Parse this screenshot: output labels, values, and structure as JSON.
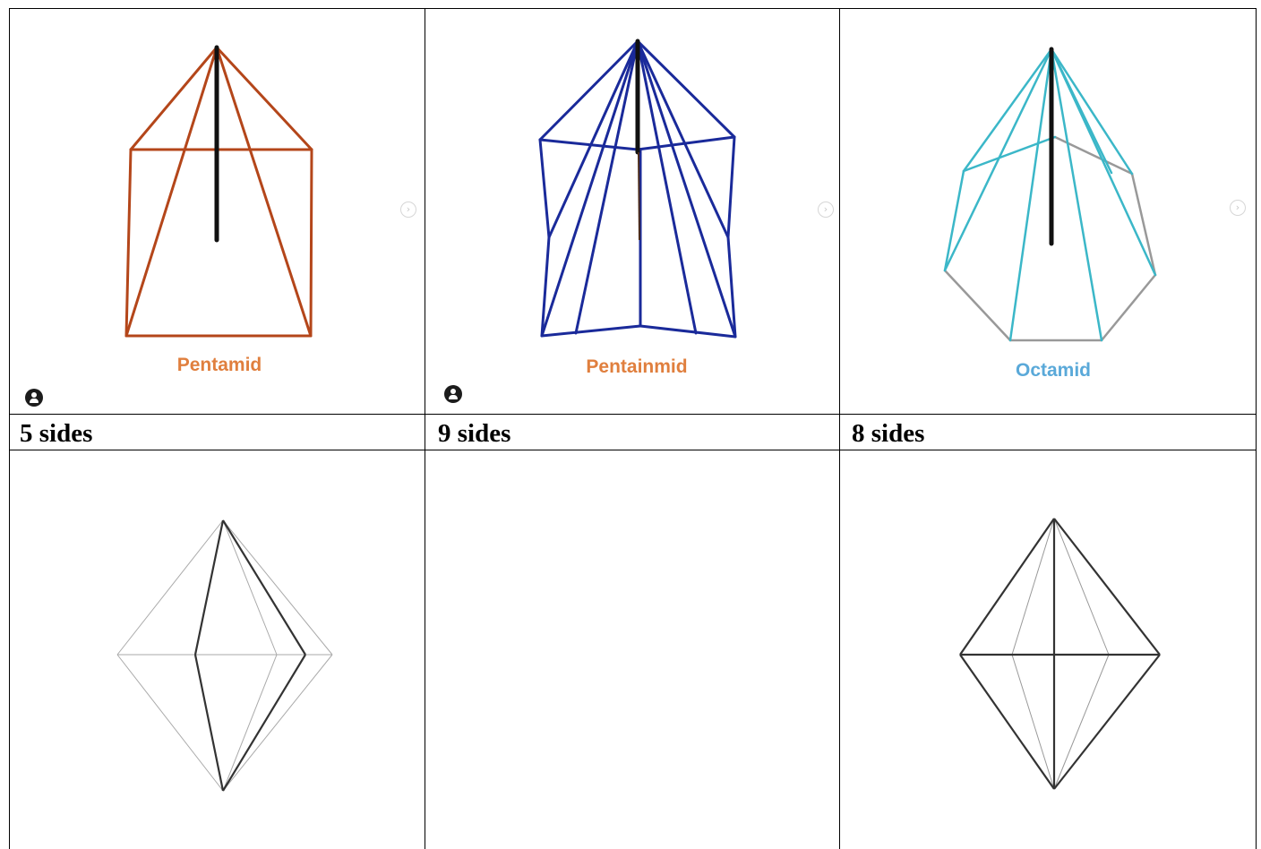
{
  "cells": [
    {
      "figure_label": "Pentamid",
      "caption": "5 sides",
      "label_color": "#e07f3e",
      "line_color": "#b4461a"
    },
    {
      "figure_label": "Pentainmid",
      "caption": "9 sides",
      "label_color": "#e07f3e",
      "line_color": "#1a2a9a"
    },
    {
      "figure_label": "Octamid",
      "caption": "8 sides",
      "label_color": "#5aa9d9",
      "line_color": "#3bb7c8"
    }
  ],
  "icons": {
    "avatar": "user-icon",
    "next": "chevron-right-icon"
  }
}
